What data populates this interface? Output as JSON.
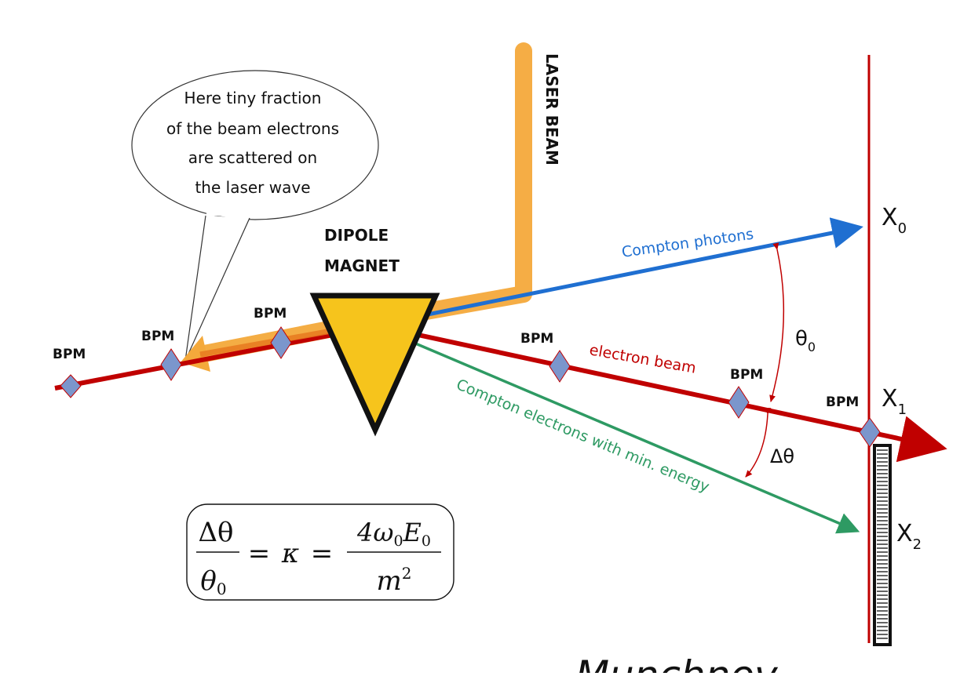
{
  "bubble": {
    "lines": [
      "Here tiny fraction",
      "of the beam electrons",
      "are scattered on",
      "the laser wave"
    ]
  },
  "laser_label": "LASER BEAM",
  "dipole_label": [
    "DIPOLE",
    "MAGNET"
  ],
  "bpm_label": "BPM",
  "compton_photons_label": "Compton photons",
  "electron_beam_label": "electron beam",
  "compton_electrons_label": "Compton electrons with min. energy",
  "theta0_label": "θ",
  "theta0_sub": "0",
  "dtheta_label": "Δθ",
  "x0": {
    "letter": "X",
    "sub": "0"
  },
  "x1": {
    "letter": "X",
    "sub": "1"
  },
  "x2": {
    "letter": "X",
    "sub": "2"
  },
  "formula": {
    "lhs_num": "Δθ",
    "lhs_den": "θ",
    "lhs_den_sub": "0",
    "eq": "=",
    "kappa": "κ",
    "rhs_num_a": "4ω",
    "rhs_num_sub": "0",
    "rhs_num_b": "E",
    "rhs_num_sub2": "0",
    "rhs_den": "m",
    "rhs_den_sup": "2"
  },
  "author": "Munchnov",
  "colors": {
    "laser": "#f4a93b",
    "electron": "#c00000",
    "photon": "#1f6fd1",
    "compton_e": "#2e9a63",
    "magnet": "#f6c41c",
    "bpm": "#7b96cc"
  }
}
